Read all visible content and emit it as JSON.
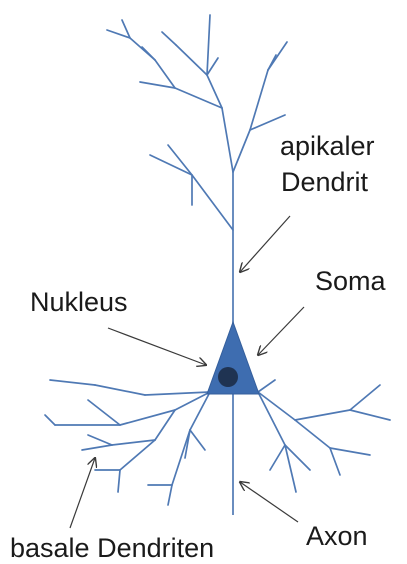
{
  "labels": {
    "apical_line1": "apikaler",
    "apical_line2": "Dendrit",
    "soma": "Soma",
    "nucleus": "Nukleus",
    "axon": "Axon",
    "basal": "basale Dendriten"
  },
  "colors": {
    "dendrite": "#4f79b4",
    "soma_fill": "#3e6db0",
    "nucleus_fill": "#1f3352",
    "arrow": "#3a3a3a",
    "text": "#1a1a1a"
  }
}
